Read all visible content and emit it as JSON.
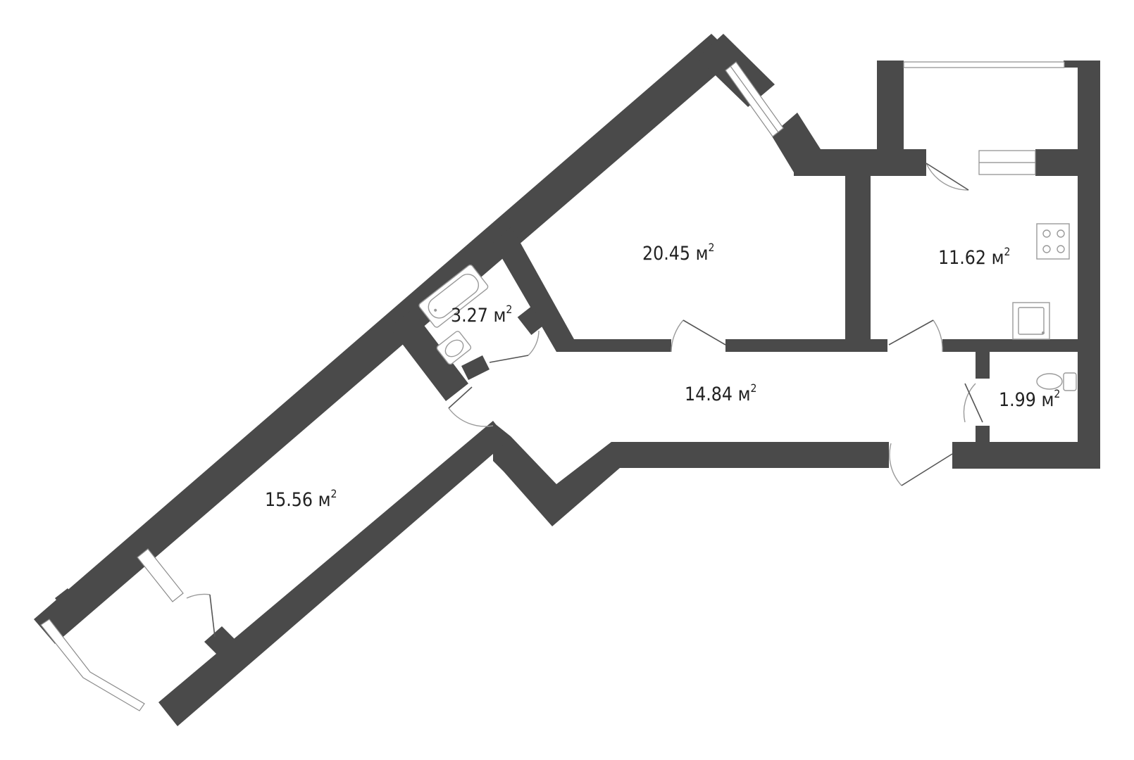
{
  "rooms": [
    {
      "id": "living_room_large",
      "area": "20.45",
      "unit": "м",
      "power": "2"
    },
    {
      "id": "kitchen",
      "area": "11.62",
      "unit": "м",
      "power": "2"
    },
    {
      "id": "bathroom",
      "area": "3.27",
      "unit": "м",
      "power": "2"
    },
    {
      "id": "hallway",
      "area": "14.84",
      "unit": "м",
      "power": "2"
    },
    {
      "id": "toilet",
      "area": "1.99",
      "unit": "м",
      "power": "2"
    },
    {
      "id": "bedroom",
      "area": "15.56",
      "unit": "м",
      "power": "2"
    }
  ],
  "colors": {
    "wall": "#4a4a4a",
    "background": "#ffffff",
    "fixture_stroke": "#9a9a9a"
  }
}
